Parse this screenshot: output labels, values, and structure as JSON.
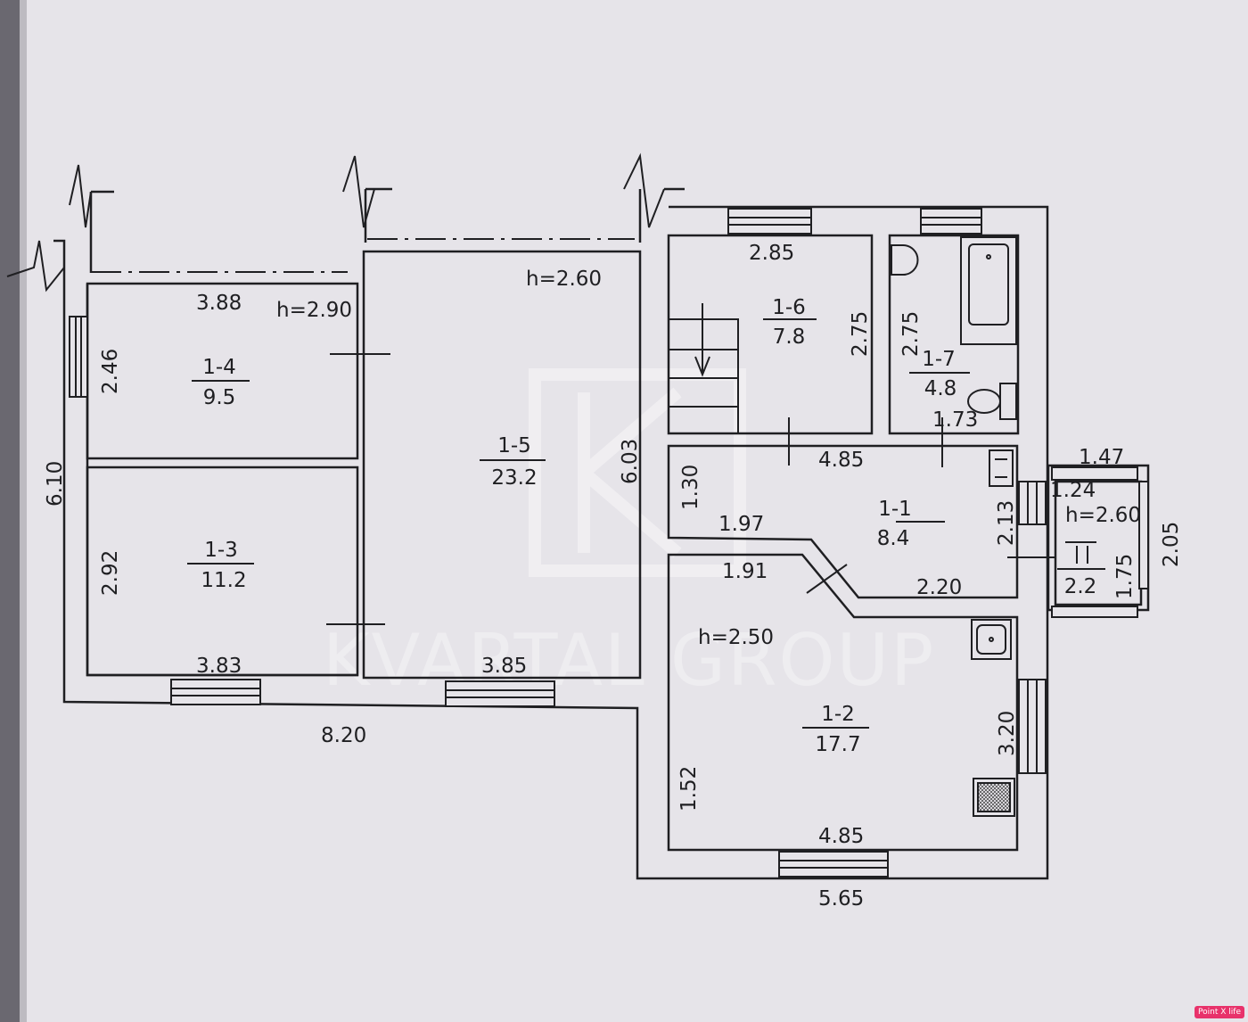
{
  "rooms": [
    {
      "id": "1-1",
      "area": "8.4"
    },
    {
      "id": "1-2",
      "area": "17.7"
    },
    {
      "id": "1-3",
      "area": "11.2"
    },
    {
      "id": "1-4",
      "area": "9.5"
    },
    {
      "id": "1-5",
      "area": "23.2"
    },
    {
      "id": "1-6",
      "area": "7.8"
    },
    {
      "id": "1-7",
      "area": "4.8"
    },
    {
      "id": "",
      "area": "2.2"
    }
  ],
  "heights": [
    "h=2.90",
    "h=2.60",
    "h=2.50",
    "h=2.60"
  ],
  "dims": [
    "3.88",
    "2.46",
    "6.10",
    "2.92",
    "3.83",
    "3.85",
    "8.20",
    "6.03",
    "2.85",
    "2.75",
    "2.75",
    "1.73",
    "4.85",
    "1.30",
    "1.97",
    "1.91",
    "2.20",
    "2.13",
    "1.47",
    "1.24",
    "2.05",
    "1.75",
    "3.20",
    "1.52",
    "4.85",
    "5.65"
  ],
  "watermark": "KVARTAL GROUP",
  "badge": "Point X life"
}
